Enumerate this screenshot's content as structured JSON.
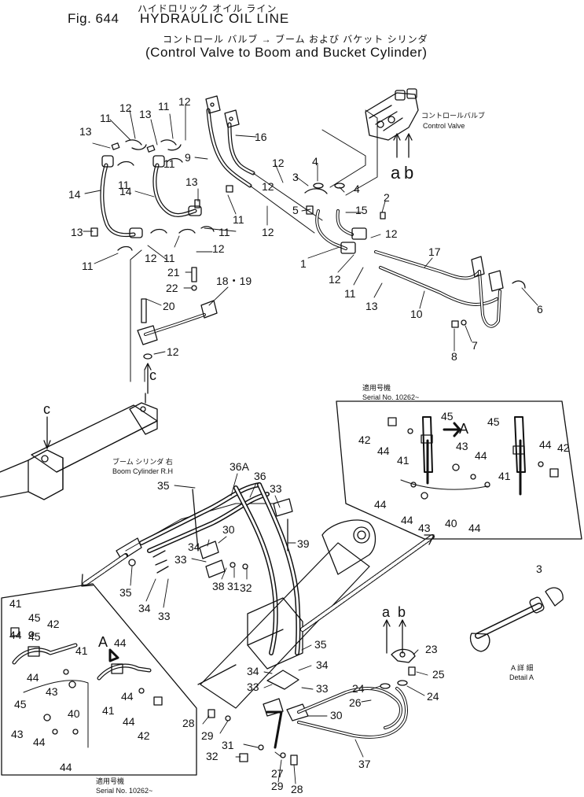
{
  "header": {
    "jp_title": "ハイドロリック オイル ライン",
    "fig_no": "Fig. 644",
    "title": "HYDRAULIC OIL LINE",
    "jp_subtitle": "コントロール バルブ → ブーム および バケット シリンダ",
    "subtitle": "(Control Valve to Boom and Bucket Cylinder)"
  },
  "labels": {
    "control_valve_jp": "コントロールバルブ",
    "control_valve": "Control Valve",
    "boom_cylinder_jp": "ブーム シリンダ 右",
    "boom_cylinder": "Boom Cylinder R.H",
    "serial_jp": "適用号機",
    "serial": "Serial No. 10262~",
    "detail_jp": "A 詳 細",
    "detail": "Detail A",
    "a": "a",
    "b": "b",
    "c": "c",
    "A": "A"
  },
  "callouts": [
    {
      "id": "c1",
      "text": "13"
    },
    {
      "id": "c2",
      "text": "11"
    },
    {
      "id": "c3",
      "text": "12"
    },
    {
      "id": "c4",
      "text": "13"
    },
    {
      "id": "c5",
      "text": "11"
    },
    {
      "id": "c6",
      "text": "12"
    },
    {
      "id": "c7",
      "text": "9"
    },
    {
      "id": "c8",
      "text": "16"
    },
    {
      "id": "c9",
      "text": "11"
    },
    {
      "id": "c10",
      "text": "11"
    },
    {
      "id": "c11",
      "text": "14"
    },
    {
      "id": "c12",
      "text": "14"
    },
    {
      "id": "c13",
      "text": "13"
    },
    {
      "id": "c14",
      "text": "13"
    },
    {
      "id": "c15",
      "text": "11"
    },
    {
      "id": "c16",
      "text": "11"
    },
    {
      "id": "c17",
      "text": "11"
    },
    {
      "id": "c18",
      "text": "11"
    },
    {
      "id": "c19",
      "text": "12"
    },
    {
      "id": "c20",
      "text": "12"
    },
    {
      "id": "c21",
      "text": "12"
    },
    {
      "id": "c22",
      "text": "12"
    },
    {
      "id": "c23",
      "text": "21"
    },
    {
      "id": "c24",
      "text": "22"
    },
    {
      "id": "c25",
      "text": "20"
    },
    {
      "id": "c26",
      "text": "18・19"
    },
    {
      "id": "c27",
      "text": "12"
    },
    {
      "id": "c28",
      "text": "4"
    },
    {
      "id": "c29",
      "text": "3"
    },
    {
      "id": "c30",
      "text": "4"
    },
    {
      "id": "c31",
      "text": "5"
    },
    {
      "id": "c32",
      "text": "15"
    },
    {
      "id": "c33",
      "text": "2"
    },
    {
      "id": "c34",
      "text": "12"
    },
    {
      "id": "c35",
      "text": "12"
    },
    {
      "id": "c36",
      "text": "1"
    },
    {
      "id": "c37",
      "text": "12"
    },
    {
      "id": "c38",
      "text": "11"
    },
    {
      "id": "c39",
      "text": "13"
    },
    {
      "id": "c40",
      "text": "17"
    },
    {
      "id": "c41",
      "text": "10"
    },
    {
      "id": "c42",
      "text": "6"
    },
    {
      "id": "c43",
      "text": "7"
    },
    {
      "id": "c44",
      "text": "8"
    },
    {
      "id": "c45",
      "text": "35"
    },
    {
      "id": "c46",
      "text": "36A"
    },
    {
      "id": "c47",
      "text": "36"
    },
    {
      "id": "c48",
      "text": "33"
    },
    {
      "id": "c49",
      "text": "30"
    },
    {
      "id": "c50",
      "text": "34"
    },
    {
      "id": "c51",
      "text": "33"
    },
    {
      "id": "c52",
      "text": "39"
    },
    {
      "id": "c53",
      "text": "38"
    },
    {
      "id": "c54",
      "text": "31"
    },
    {
      "id": "c55",
      "text": "32"
    },
    {
      "id": "c56",
      "text": "35"
    },
    {
      "id": "c57",
      "text": "34"
    },
    {
      "id": "c58",
      "text": "33"
    },
    {
      "id": "c59",
      "text": "35"
    },
    {
      "id": "c60",
      "text": "34"
    },
    {
      "id": "c61",
      "text": "34"
    },
    {
      "id": "c62",
      "text": "33"
    },
    {
      "id": "c63",
      "text": "33"
    },
    {
      "id": "c64",
      "text": "23"
    },
    {
      "id": "c65",
      "text": "25"
    },
    {
      "id": "c66",
      "text": "24"
    },
    {
      "id": "c67",
      "text": "24"
    },
    {
      "id": "c68",
      "text": "26"
    },
    {
      "id": "c69",
      "text": "30"
    },
    {
      "id": "c70",
      "text": "28"
    },
    {
      "id": "c71",
      "text": "29"
    },
    {
      "id": "c72",
      "text": "31"
    },
    {
      "id": "c73",
      "text": "32"
    },
    {
      "id": "c74",
      "text": "27"
    },
    {
      "id": "c75",
      "text": "29"
    },
    {
      "id": "c76",
      "text": "28"
    },
    {
      "id": "c77",
      "text": "37"
    },
    {
      "id": "c78",
      "text": "45"
    },
    {
      "id": "c79",
      "text": "45"
    },
    {
      "id": "c80",
      "text": "42"
    },
    {
      "id": "c81",
      "text": "44"
    },
    {
      "id": "c82",
      "text": "41"
    },
    {
      "id": "c83",
      "text": "43"
    },
    {
      "id": "c84",
      "text": "44"
    },
    {
      "id": "c85",
      "text": "44"
    },
    {
      "id": "c86",
      "text": "42"
    },
    {
      "id": "c87",
      "text": "41"
    },
    {
      "id": "c88",
      "text": "44"
    },
    {
      "id": "c89",
      "text": "44"
    },
    {
      "id": "c90",
      "text": "43"
    },
    {
      "id": "c91",
      "text": "40"
    },
    {
      "id": "c92",
      "text": "44"
    },
    {
      "id": "c93",
      "text": "41"
    },
    {
      "id": "c94",
      "text": "45"
    },
    {
      "id": "c95",
      "text": "42"
    },
    {
      "id": "c96",
      "text": "44"
    },
    {
      "id": "c97",
      "text": "45"
    },
    {
      "id": "c98",
      "text": "44"
    },
    {
      "id": "c99",
      "text": "41"
    },
    {
      "id": "c100",
      "text": "44"
    },
    {
      "id": "c101",
      "text": "43"
    },
    {
      "id": "c102",
      "text": "40"
    },
    {
      "id": "c103",
      "text": "45"
    },
    {
      "id": "c104",
      "text": "44"
    },
    {
      "id": "c105",
      "text": "41"
    },
    {
      "id": "c106",
      "text": "44"
    },
    {
      "id": "c107",
      "text": "42"
    },
    {
      "id": "c108",
      "text": "43"
    },
    {
      "id": "c109",
      "text": "44"
    },
    {
      "id": "c110",
      "text": "44"
    }
  ]
}
